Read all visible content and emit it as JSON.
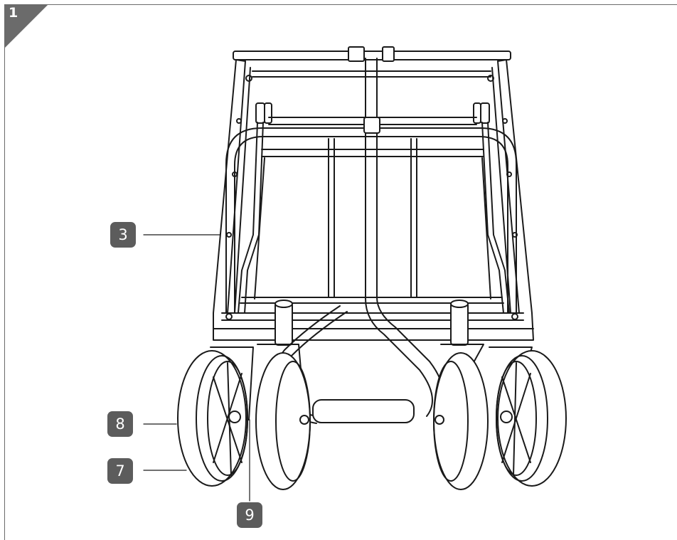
{
  "figure": {
    "number": "1",
    "subject": "cart-front-view",
    "badge_color": "#6b6b6b",
    "callout_color": "#5c5c5c",
    "line_color": "#1a1a1a"
  },
  "callouts": [
    {
      "label": "3",
      "part": "frame"
    },
    {
      "label": "8",
      "part": "wheel-rim"
    },
    {
      "label": "7",
      "part": "tire"
    },
    {
      "label": "9",
      "part": "wheel-axle"
    }
  ]
}
